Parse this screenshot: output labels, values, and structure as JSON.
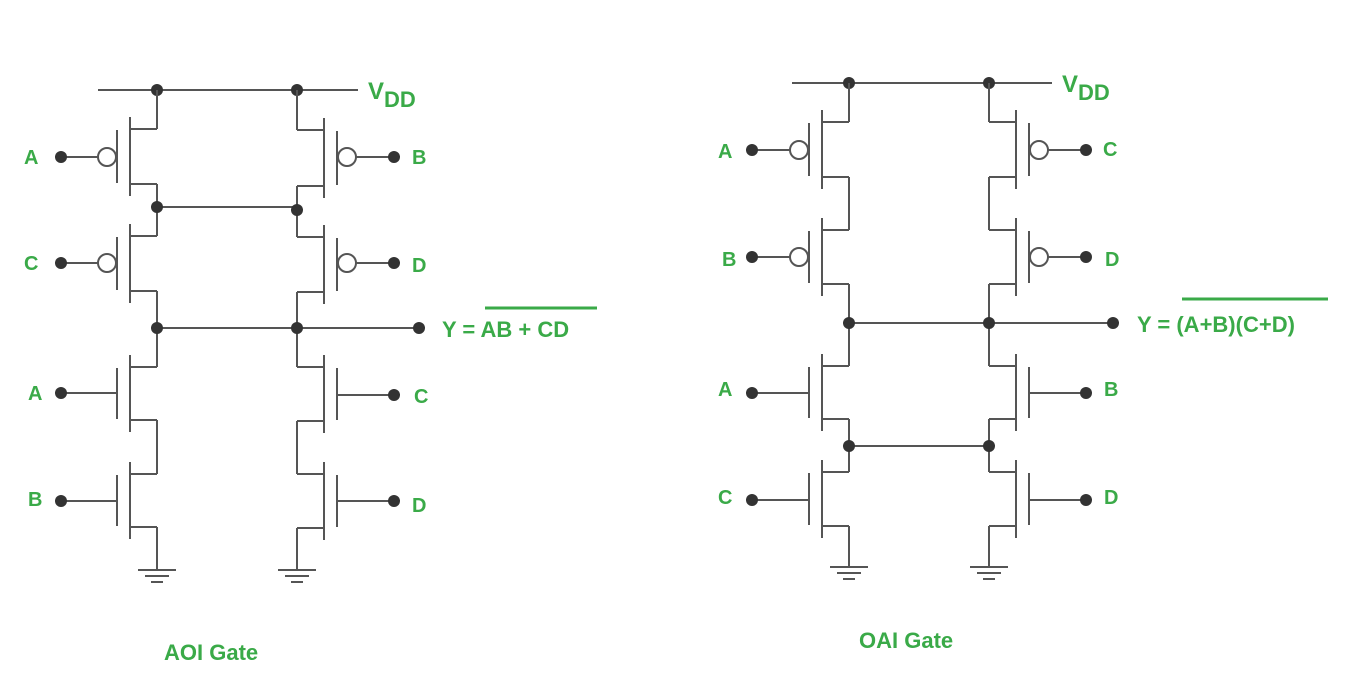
{
  "colors": {
    "label": "#3aaa48",
    "wire": "#555555",
    "node": "#333333",
    "background": "#ffffff"
  },
  "circuits": [
    {
      "id": "aoi",
      "caption": "AOI Gate",
      "supply_label": "V",
      "supply_sub": "DD",
      "output_prefix": "Y = ",
      "output_expr": "AB + CD",
      "output_inverted": true,
      "pull_up": {
        "left": [
          "A",
          "C"
        ],
        "right": [
          "B",
          "D"
        ],
        "topology": "series-parallel"
      },
      "pull_down": {
        "left": [
          "A",
          "B"
        ],
        "right": [
          "C",
          "D"
        ],
        "topology": "parallel-of-series"
      }
    },
    {
      "id": "oai",
      "caption": "OAI Gate",
      "supply_label": "V",
      "supply_sub": "DD",
      "output_prefix": "Y = ",
      "output_expr": "(A+B)(C+D)",
      "output_inverted": true,
      "pull_up": {
        "left": [
          "A",
          "B"
        ],
        "right": [
          "C",
          "D"
        ],
        "topology": "parallel-of-series"
      },
      "pull_down": {
        "left": [
          "A",
          "C"
        ],
        "right": [
          "B",
          "D"
        ],
        "topology": "series-parallel"
      }
    }
  ]
}
